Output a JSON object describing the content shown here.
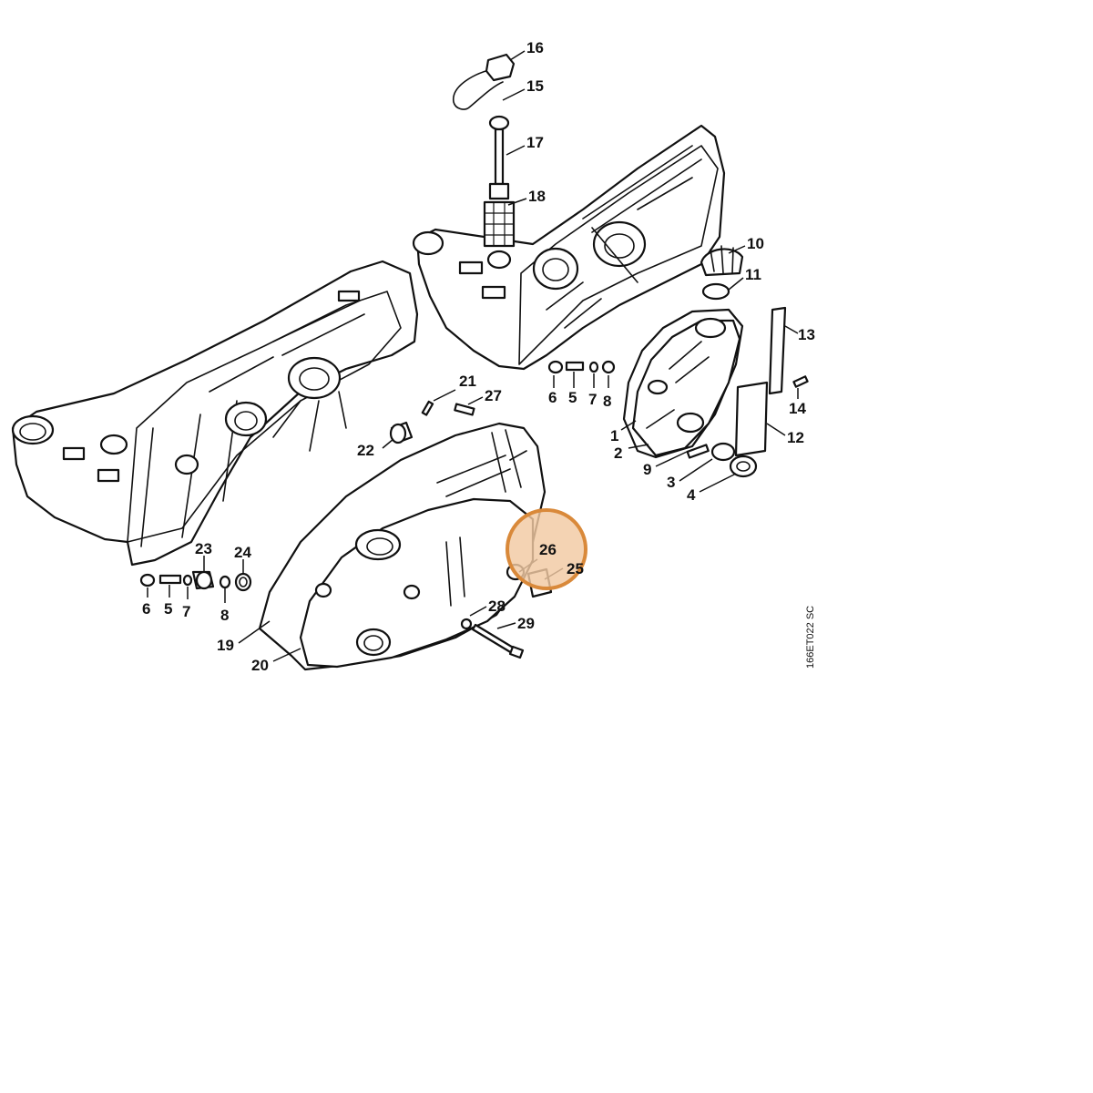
{
  "figure_ref": "166ET022 SC",
  "highlight": {
    "label": "26",
    "color": "#d9893a",
    "fill": "#f2c9a2"
  },
  "callouts": {
    "c1": "1",
    "c2": "2",
    "c3": "3",
    "c4": "4",
    "c5": "5",
    "c6": "6",
    "c7": "7",
    "c8": "8",
    "c9": "9",
    "c10": "10",
    "c11": "11",
    "c12": "12",
    "c13": "13",
    "c14": "14",
    "c15": "15",
    "c16": "16",
    "c17": "17",
    "c18": "18",
    "c19": "19",
    "c20": "20",
    "c21": "21",
    "c22": "22",
    "c23": "23",
    "c24": "24",
    "c25": "25",
    "c27": "27",
    "c28": "28",
    "c29": "29",
    "c5b": "5",
    "c6b": "6",
    "c7b": "7",
    "c8b": "8"
  }
}
